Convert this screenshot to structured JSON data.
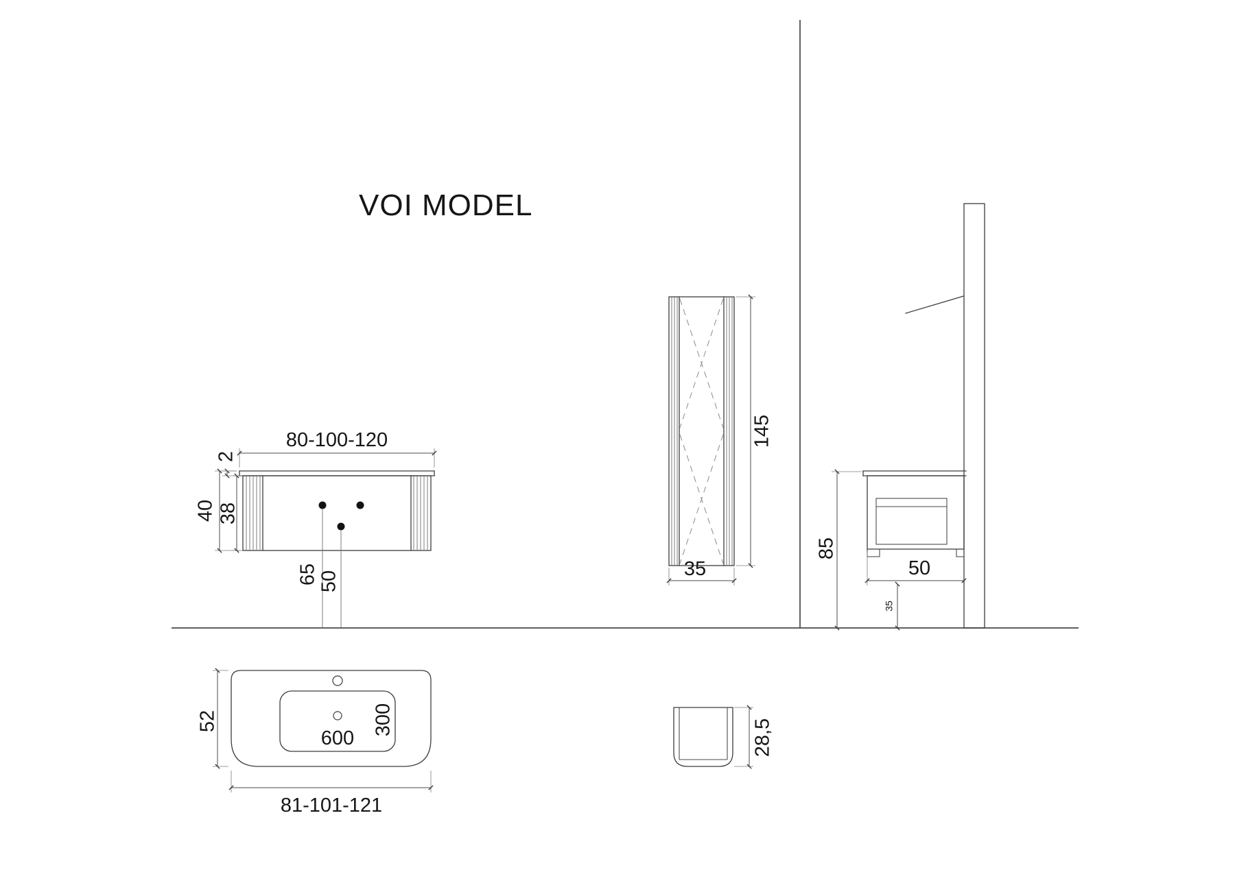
{
  "title": "VOI MODEL",
  "colors": {
    "line": "#3c3c3c",
    "text": "#161616",
    "background": "#ffffff"
  },
  "front_view": {
    "width_range": "80-100-120",
    "countertop_thickness": "2",
    "total_height": "40",
    "cabinet_height": "38",
    "faucet_height": "65",
    "drain_height": "50"
  },
  "tall_cabinet": {
    "height": "145",
    "width": "35"
  },
  "side_view": {
    "worktop_height": "85",
    "depth": "50",
    "bottom_clearance": "35"
  },
  "washbasin_top_view": {
    "depth": "52",
    "bowl_width": "600",
    "bowl_depth": "300",
    "width_range": "81-101-121"
  },
  "washbasin_profile": {
    "height": "28,5"
  }
}
